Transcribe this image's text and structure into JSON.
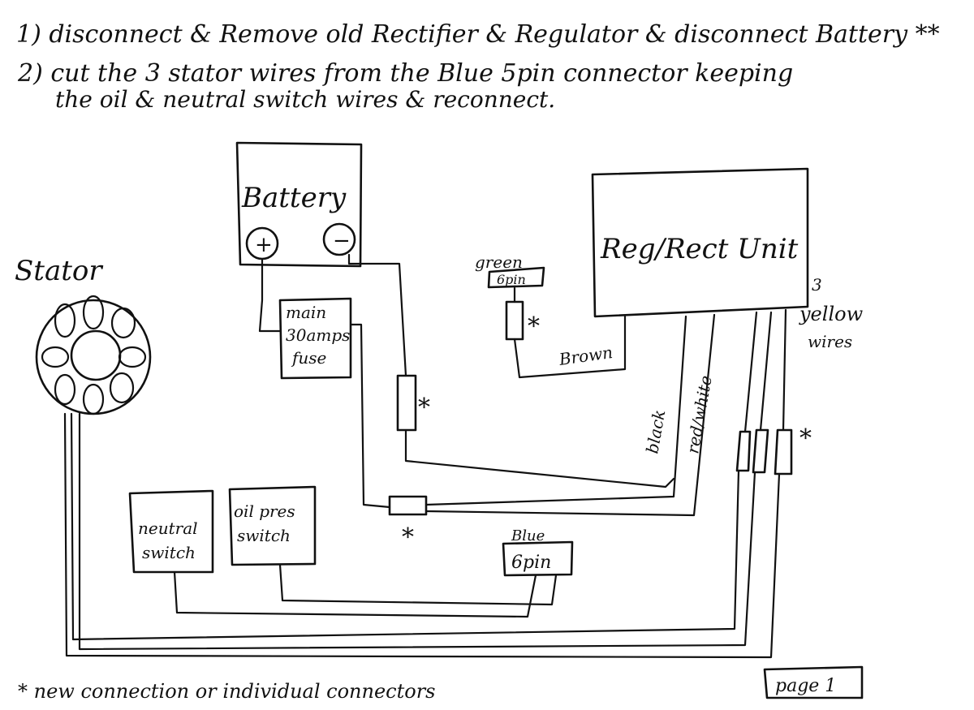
{
  "instructions": {
    "line1": "1) disconnect & Remove old Rectifier & Regulator & disconnect Battery **",
    "line2": "2) cut the 3 stator wires from the Blue 5pin connector keeping",
    "line3": "the oil & neutral switch wires & reconnect."
  },
  "components": {
    "battery": "Battery",
    "battery_pos": "+",
    "battery_neg": "−",
    "stator": "Stator",
    "regrect": "Reg/Rect Unit",
    "fuse_line1": "main",
    "fuse_line2": "30amps",
    "fuse_line3": "fuse",
    "green_label": "green",
    "green_connector": "6pin",
    "blue_label": "Blue",
    "blue_connector": "6pin",
    "neutral_line1": "neutral",
    "neutral_line2": "switch",
    "oil_line1": "oil pres",
    "oil_line2": "switch"
  },
  "wires": {
    "brown": "Brown",
    "black": "black",
    "redwhite": "red/white",
    "yellow_line1": "3",
    "yellow_line2": "yellow",
    "yellow_line3": "wires"
  },
  "marks": {
    "star": "*"
  },
  "footer": {
    "legend": "* new connection or individual connectors",
    "page": "page 1"
  }
}
